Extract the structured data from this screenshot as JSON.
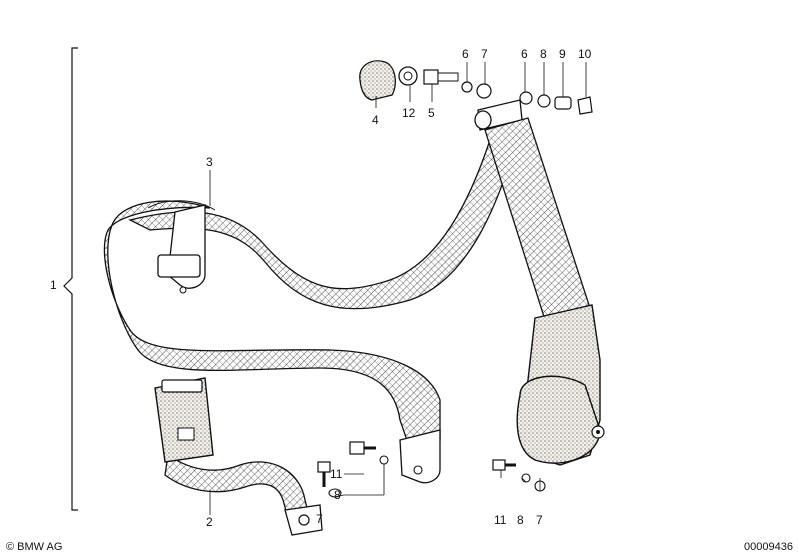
{
  "callouts": {
    "c1": "1",
    "c2": "2",
    "c3": "3",
    "c4": "4",
    "c5": "5",
    "c6a": "6",
    "c6b": "6",
    "c7a": "7",
    "c7b": "7",
    "c7c": "7",
    "c8a": "8",
    "c8b": "8",
    "c8c": "8",
    "c9": "9",
    "c10": "10",
    "c11a": "11",
    "c11b": "11",
    "c12": "12"
  },
  "footer": {
    "copyright": "© BMW AG",
    "diagram_number": "00009436"
  }
}
